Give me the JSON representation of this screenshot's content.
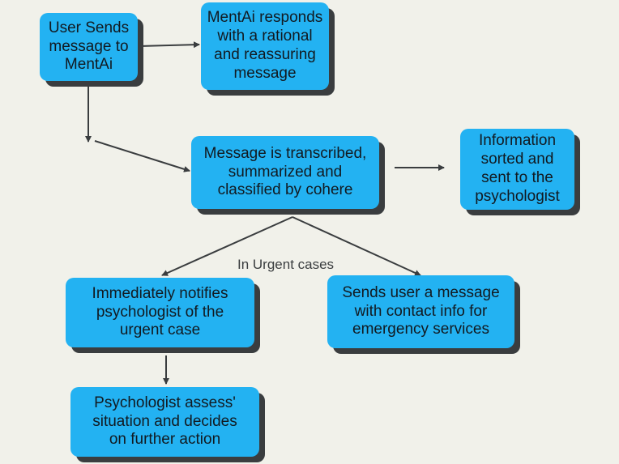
{
  "nodes": {
    "user_sends": "User Sends\nmessage to\nMentAi",
    "mentai_responds": "MentAi responds\nwith a rational\nand reassuring\nmessage",
    "transcribed": "Message is transcribed,\nsummarized and\nclassified by cohere",
    "info_sorted": "Information\nsorted and\nsent to the\npsychologist",
    "notifies": "Immediately notifies\npsychologist of the\nurgent case",
    "sends_contact": "Sends user a message\nwith contact info for\nemergency services",
    "assess": "Psychologist assess'\nsituation and decides\non further action"
  },
  "edge_label": "In Urgent cases",
  "colors": {
    "background": "#f1f1ea",
    "node_fill": "#23b2f2",
    "node_shadow": "#3a3d3f",
    "line": "#3a3d3f"
  }
}
